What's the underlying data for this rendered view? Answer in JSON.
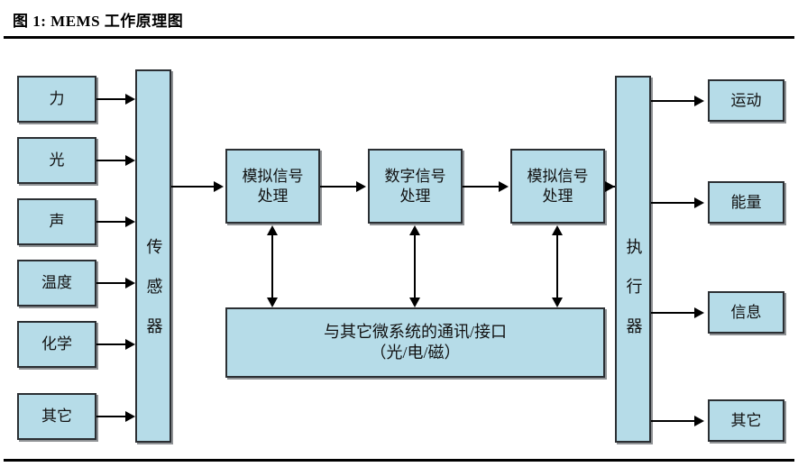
{
  "caption": {
    "text": "图 1: MEMS 工作原理图"
  },
  "colors": {
    "node_fill": "#b6dce8",
    "node_border": "#2b2f33",
    "connector": "#000000",
    "page_background": "#ffffff",
    "rule": "#000000"
  },
  "diagram": {
    "inputs": [
      {
        "label": "力"
      },
      {
        "label": "光"
      },
      {
        "label": "声"
      },
      {
        "label": "温度"
      },
      {
        "label": "化学"
      },
      {
        "label": "其它"
      }
    ],
    "sensor_column": {
      "label": "传感器"
    },
    "processing_chain": [
      {
        "label": "模拟信号\n处理",
        "line1": "模拟信号",
        "line2": "处理"
      },
      {
        "label": "数字信号\n处理",
        "line1": "数字信号",
        "line2": "处理"
      },
      {
        "label": "模拟信号\n处理",
        "line1": "模拟信号",
        "line2": "处理"
      }
    ],
    "communication": {
      "line1": "与其它微系统的通讯/接口",
      "line2": "（光/电/磁）"
    },
    "actuator_column": {
      "label": "执行器"
    },
    "outputs": [
      {
        "label": "运动"
      },
      {
        "label": "能量"
      },
      {
        "label": "信息"
      },
      {
        "label": "其它"
      }
    ]
  }
}
